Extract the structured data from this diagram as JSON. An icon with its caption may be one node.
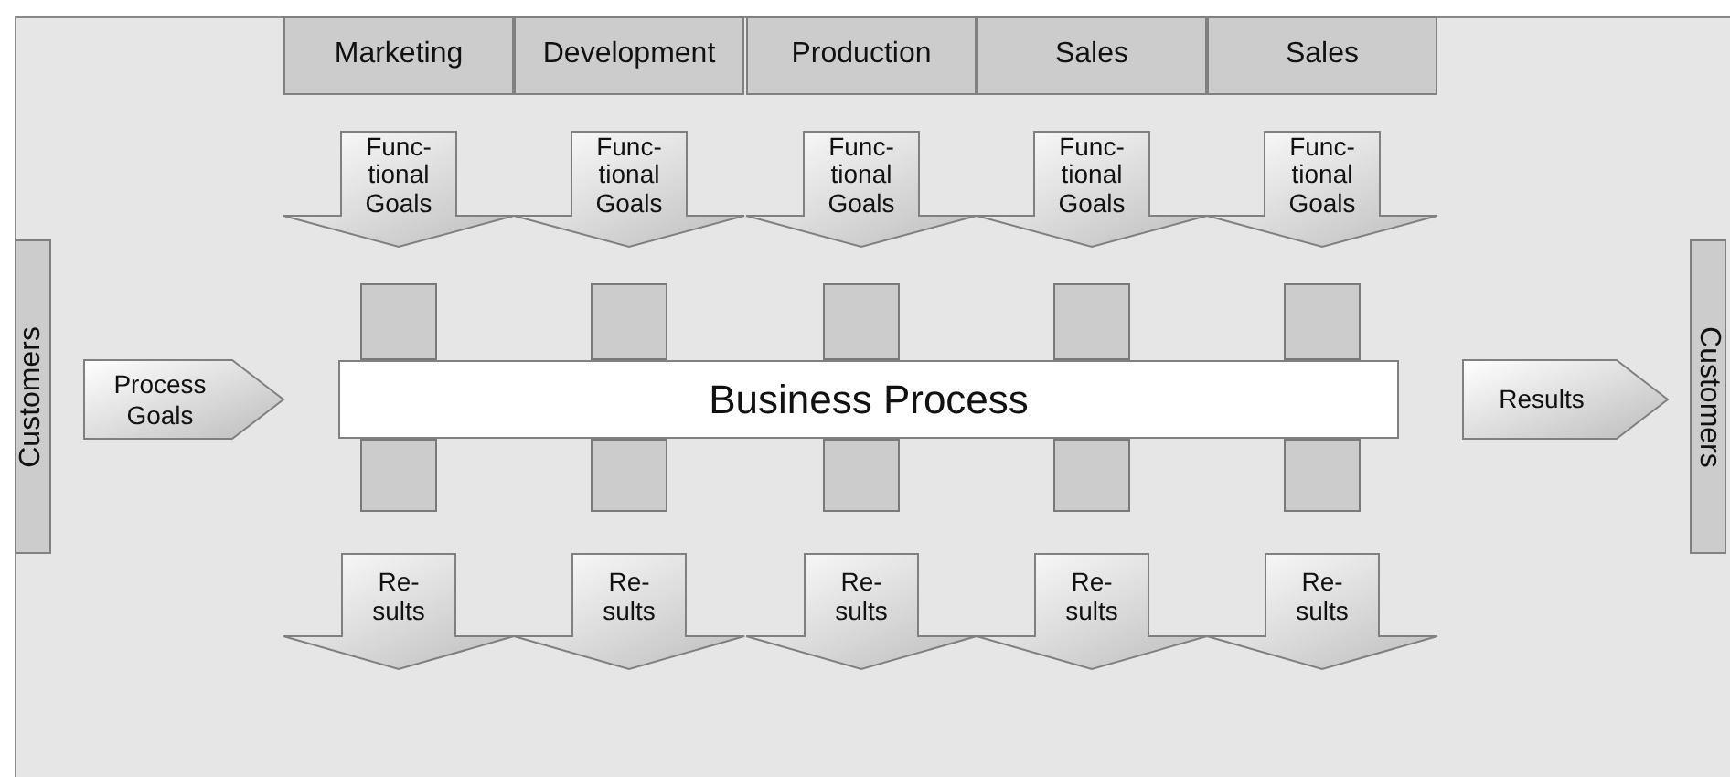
{
  "diagram": {
    "nodes": [
      {
        "text": [
          "Marketing"
        ]
      },
      {
        "text": [
          "Development"
        ]
      },
      {
        "text": [
          "Production"
        ]
      },
      {
        "text": [
          "Sales"
        ]
      },
      {
        "text": [
          "Sales"
        ]
      },
      {
        "text": [
          "Func- tional Goals"
        ]
      },
      {
        "text": [
          "Func- tional Goals"
        ]
      },
      {
        "text": [
          "Func- tional Goals"
        ]
      },
      {
        "text": [
          "Func- tional Goals"
        ]
      },
      {
        "text": [
          "Func- tional Goals"
        ]
      },
      {
        "text": [],
        "shape": "bar"
      },
      {
        "text": [],
        "shape": "bar"
      },
      {
        "text": [],
        "shape": "bar"
      },
      {
        "text": [],
        "shape": "bar"
      },
      {
        "text": [],
        "shape": "bar"
      },
      {
        "text": [
          "Customers"
        ]
      },
      {
        "text": [
          "Process Goals"
        ]
      },
      {
        "text": [
          "Business Process"
        ]
      },
      {
        "text": [
          "Results"
        ]
      },
      {
        "text": [
          "Customers"
        ]
      },
      {
        "text": [],
        "shape": "bar"
      },
      {
        "text": [],
        "shape": "bar"
      },
      {
        "text": [],
        "shape": "bar"
      },
      {
        "text": [],
        "shape": "bar"
      },
      {
        "text": [],
        "shape": "bar"
      },
      {
        "text": [
          "Re- sults"
        ]
      },
      {
        "text": [
          "Re- sults"
        ]
      },
      {
        "text": [
          "Re- sults"
        ]
      },
      {
        "text": [
          "Re- sults"
        ]
      },
      {
        "text": [
          "Re- sults"
        ]
      }
    ]
  }
}
